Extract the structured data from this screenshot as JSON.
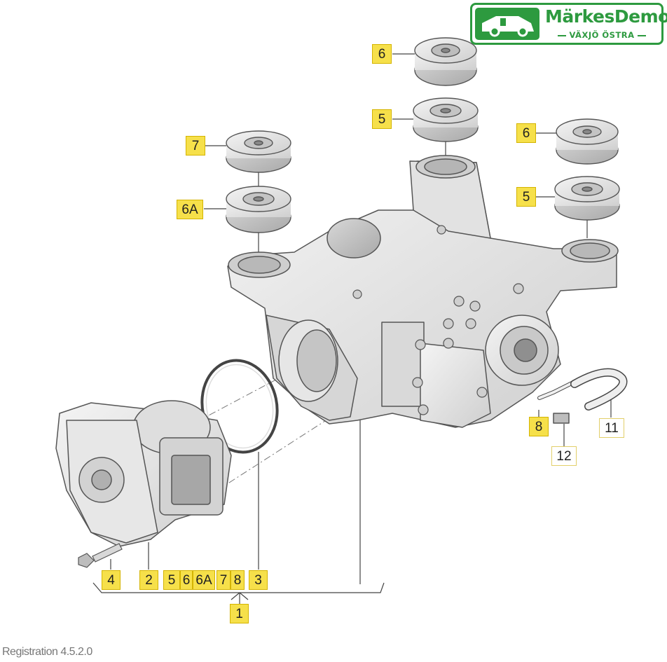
{
  "brand": {
    "name": "MärkesDemo",
    "location": "VÄXJÖ ÖSTRA",
    "color": "#2d9a3f",
    "icon": "car-icon"
  },
  "callouts": {
    "ring_seal_top": "6",
    "bearing_top": "5",
    "ring_seal_left_top": "7",
    "bearing_left": "6A",
    "ring_seal_right": "6",
    "bearing_right": "5",
    "breather": "8",
    "clip": "12",
    "hose": "11",
    "bolt": "4",
    "coupling": "2",
    "kit_5": "5",
    "kit_6": "6",
    "kit_6a": "6A",
    "kit_7": "7",
    "kit_8": "8",
    "o_ring": "3",
    "assembly": "1"
  },
  "footer": {
    "version": "Registration 4.5.2.0"
  },
  "colors": {
    "callout_fill": "#f6e04a",
    "callout_border": "#d4b400",
    "part_fill": "#e9e9e9",
    "part_stroke": "#555555"
  }
}
